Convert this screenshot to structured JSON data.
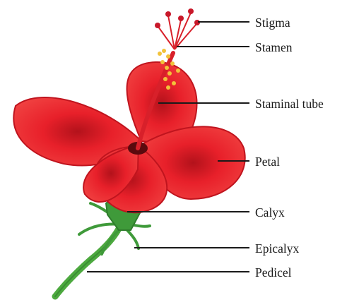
{
  "diagram": {
    "labels": {
      "stigma": "Stigma",
      "stamen": "Stamen",
      "staminal_tube": "Staminal tube",
      "petal": "Petal",
      "calyx": "Calyx",
      "epicalyx": "Epicalyx",
      "pedicel": "Pedicel"
    },
    "colors": {
      "petal": "#e8202a",
      "petal_dark": "#b3121b",
      "sepal": "#3f9a3a",
      "stalk": "#4da93f",
      "pollen": "#f2c23a",
      "leader_line": "#1a1a1a"
    }
  }
}
